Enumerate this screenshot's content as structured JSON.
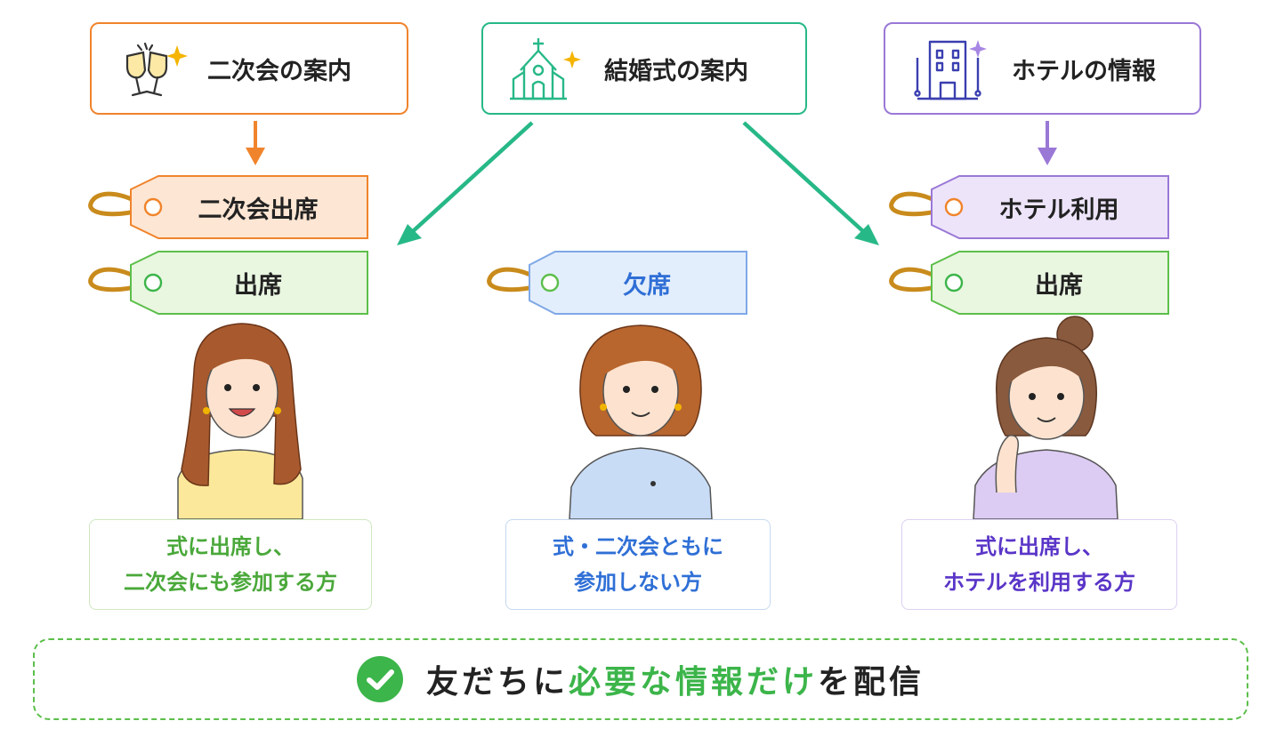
{
  "top_boxes": {
    "party": {
      "label": "二次会の案内",
      "icon": "champagne-toast-icon",
      "color": "#f0842c"
    },
    "wedding": {
      "label": "結婚式の案内",
      "icon": "chapel-icon",
      "color": "#27b888"
    },
    "hotel": {
      "label": "ホテルの情報",
      "icon": "hotel-building-icon",
      "color": "#9a78d6"
    }
  },
  "tags": {
    "party_attend": "二次会出席",
    "attend_left": "出席",
    "absent": "欠席",
    "hotel_use": "ホテル利用",
    "attend_right": "出席"
  },
  "captions": {
    "left": {
      "line1": "式に出席し、",
      "line2": "二次会にも参加する方",
      "color": "#4aa83a"
    },
    "center": {
      "line1": "式・二次会ともに",
      "line2": "参加しない方",
      "color": "#2f6fd6"
    },
    "right": {
      "line1": "式に出席し、",
      "line2": "ホテルを利用する方",
      "color": "#5a35c8"
    }
  },
  "banner": {
    "pre": "友だちに",
    "highlight": "必要な情報だけ",
    "post": "を配信",
    "icon": "check-circle-icon"
  }
}
